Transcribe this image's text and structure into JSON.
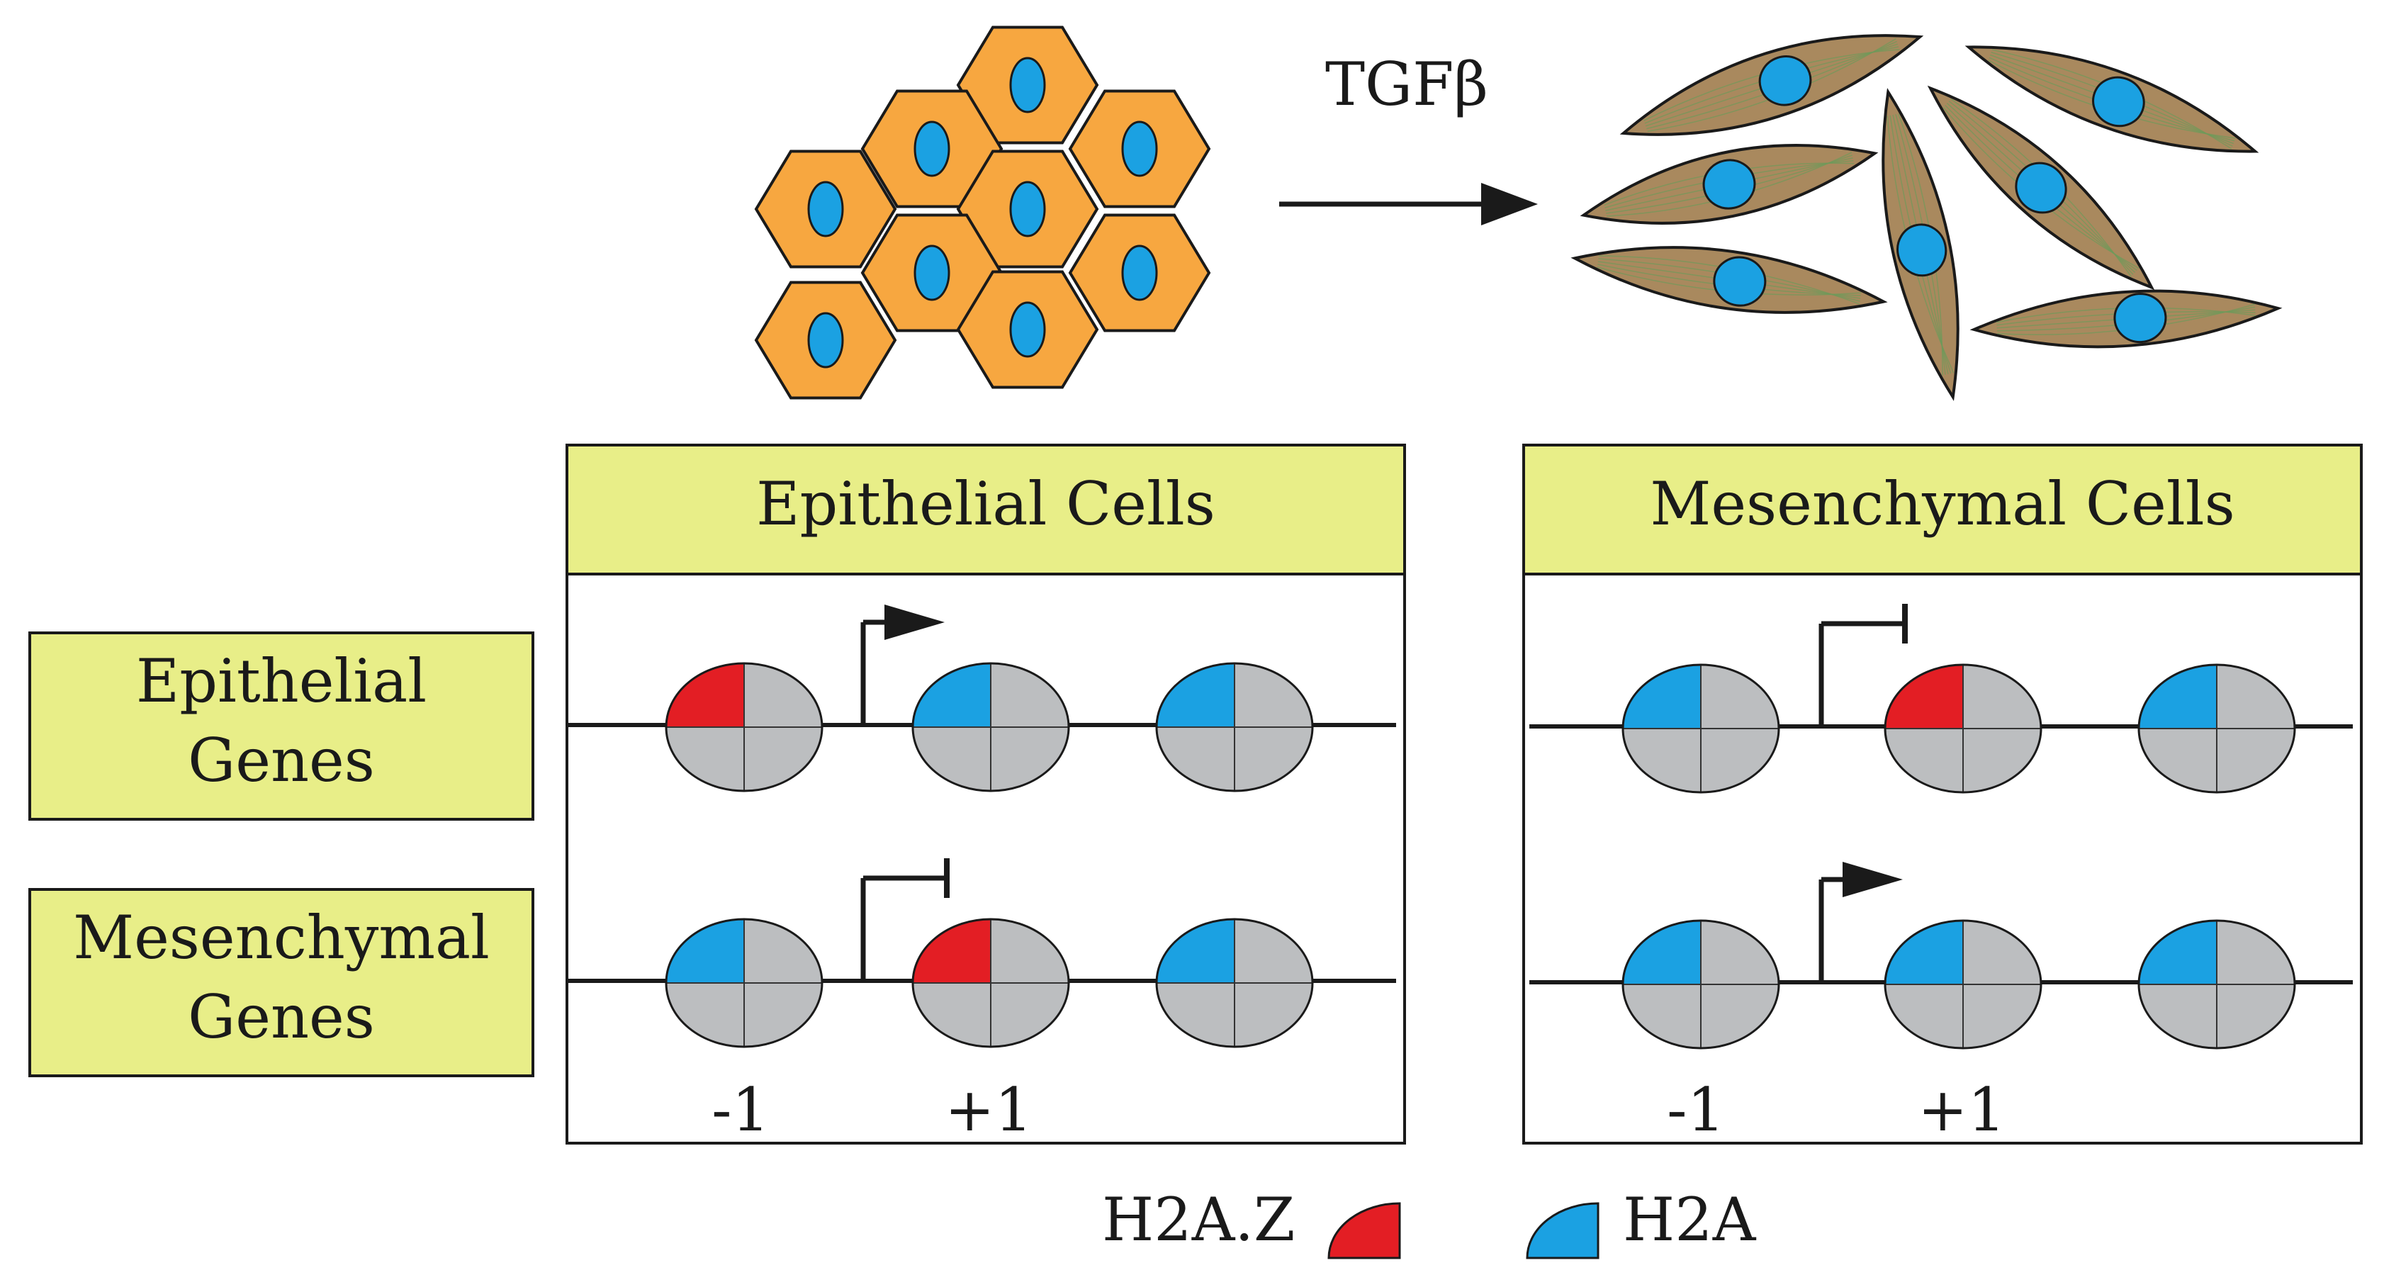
{
  "title_arrow_label": "TGFβ",
  "panels": {
    "epithelial_cells": {
      "title": "Epithelial Cells"
    },
    "mesenchymal_cells": {
      "title": "Mesenchymal Cells"
    }
  },
  "row_labels": {
    "epithelial_genes": {
      "line1": "Epithelial",
      "line2": "Genes"
    },
    "mesenchymal_genes": {
      "line1": "Mesenchymal",
      "line2": "Genes"
    }
  },
  "position_labels": {
    "minus_one": "-1",
    "plus_one": "+1"
  },
  "legend": {
    "h2az": "H2A.Z",
    "h2a": "H2A"
  },
  "colors": {
    "h2az": "#e31e24",
    "h2a": "#1ba1e2",
    "nucleosome_gray": "#bcbec0",
    "label_box": "#e8ee88",
    "epithelial_cell": "#f7a740",
    "mesenchymal_cell": "#a9895e",
    "nucleus": "#1ba1e2"
  },
  "states": {
    "epithelial_cells": {
      "epithelial_genes": {
        "transcription": "active",
        "nucleosomes": [
          "H2A.Z",
          "H2A",
          "H2A"
        ]
      },
      "mesenchymal_genes": {
        "transcription": "blocked",
        "nucleosomes": [
          "H2A",
          "H2A.Z",
          "H2A"
        ]
      }
    },
    "mesenchymal_cells": {
      "epithelial_genes": {
        "transcription": "blocked",
        "nucleosomes": [
          "H2A",
          "H2A.Z",
          "H2A"
        ]
      },
      "mesenchymal_genes": {
        "transcription": "active",
        "nucleosomes": [
          "H2A",
          "H2A",
          "H2A"
        ]
      }
    }
  }
}
